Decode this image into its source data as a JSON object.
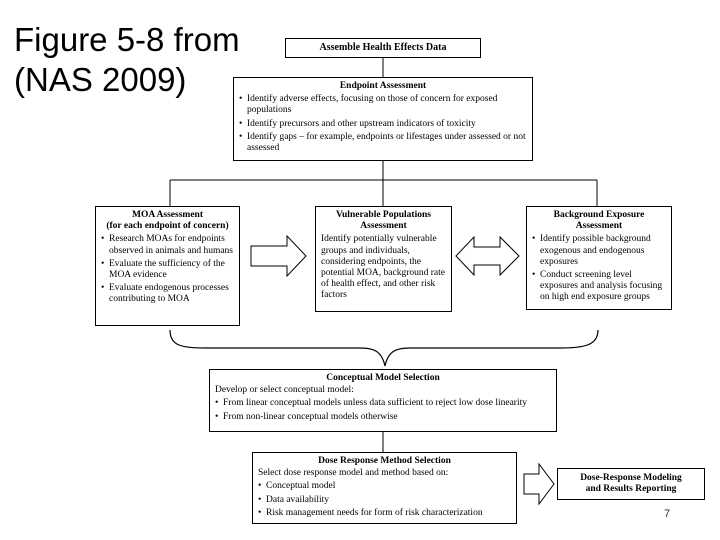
{
  "slide": {
    "title_line1": "Figure 5-8 from",
    "title_line2": "(NAS 2009)",
    "page_number": "7"
  },
  "diagram": {
    "assemble": {
      "title": "Assemble Health Effects Data"
    },
    "endpoint": {
      "title": "Endpoint Assessment",
      "items": [
        "Identify adverse effects, focusing on those of concern for exposed populations",
        "Identify precursors and other upstream indicators of toxicity",
        "Identify gaps – for example, endpoints or lifestages under assessed or not assessed"
      ]
    },
    "moa": {
      "title": "MOA Assessment",
      "subtitle": "(for each endpoint of concern)",
      "items": [
        "Research MOAs for endpoints observed in animals and humans",
        "Evaluate the sufficiency of the MOA evidence",
        "Evaluate endogenous processes contributing to MOA"
      ]
    },
    "vulnerable": {
      "title": "Vulnerable Populations Assessment",
      "text": "Identify potentially vulnerable groups and individuals, considering endpoints, the potential MOA, background rate of health effect, and other risk factors"
    },
    "background": {
      "title": "Background Exposure Assessment",
      "items": [
        "Identify possible background exogenous and endogenous exposures",
        "Conduct screening level exposures and analysis focusing on high end exposure groups"
      ]
    },
    "conceptual": {
      "title": "Conceptual Model Selection",
      "intro": "Develop or select conceptual model:",
      "items": [
        "From linear conceptual models unless data sufficient to reject low dose linearity",
        "From non-linear conceptual models otherwise"
      ]
    },
    "dose_response": {
      "title": "Dose Response Method Selection",
      "intro": "Select dose response model and method based on:",
      "items": [
        "Conceptual model",
        "Data availability",
        "Risk management needs for form of risk characterization"
      ]
    },
    "modeling": {
      "title_line1": "Dose-Response Modeling",
      "title_line2": "and Results Reporting"
    }
  }
}
